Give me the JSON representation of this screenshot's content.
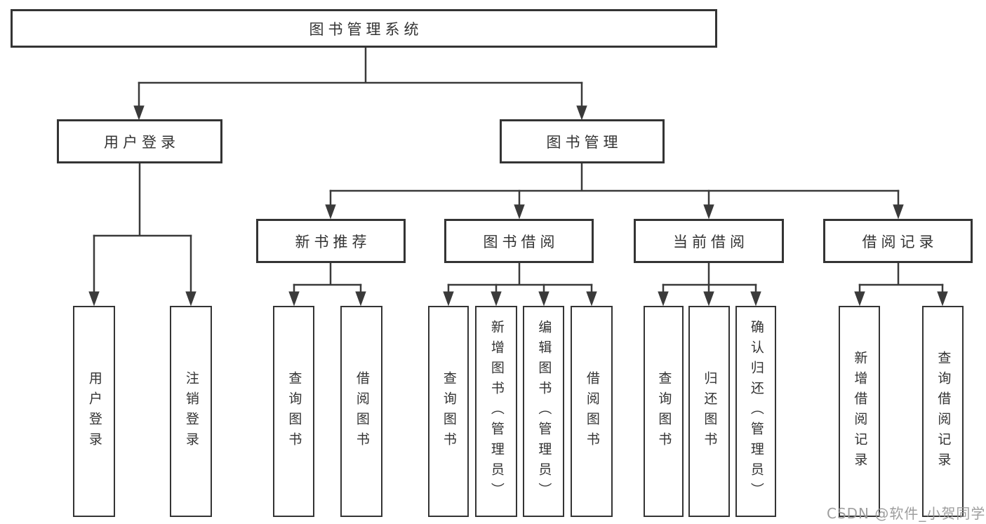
{
  "tree": {
    "root": {
      "label": "图书管理系统"
    },
    "branches": [
      {
        "label": "用户登录",
        "children": [
          {
            "label": "用户登录"
          },
          {
            "label": "注销登录"
          }
        ]
      },
      {
        "label": "图书管理",
        "children": [
          {
            "label": "新书推荐",
            "children": [
              {
                "label": "查询图书"
              },
              {
                "label": "借阅图书"
              }
            ]
          },
          {
            "label": "图书借阅",
            "children": [
              {
                "label": "查询图书"
              },
              {
                "label": "新增图书（管理员）"
              },
              {
                "label": "编辑图书（管理员）"
              },
              {
                "label": "借阅图书"
              }
            ]
          },
          {
            "label": "当前借阅",
            "children": [
              {
                "label": "查询图书"
              },
              {
                "label": "归还图书"
              },
              {
                "label": "确认归还（管理员）"
              }
            ]
          },
          {
            "label": "借阅记录",
            "children": [
              {
                "label": "新增借阅记录"
              },
              {
                "label": "查询借阅记录"
              }
            ]
          }
        ]
      }
    ]
  },
  "watermark": {
    "text": "CSDN @软件_小贺同学"
  },
  "colors": {
    "line": "#3a3a3a",
    "box_border": "#343434",
    "text": "#333333",
    "watermark": "#969696",
    "background": "#ffffff"
  }
}
